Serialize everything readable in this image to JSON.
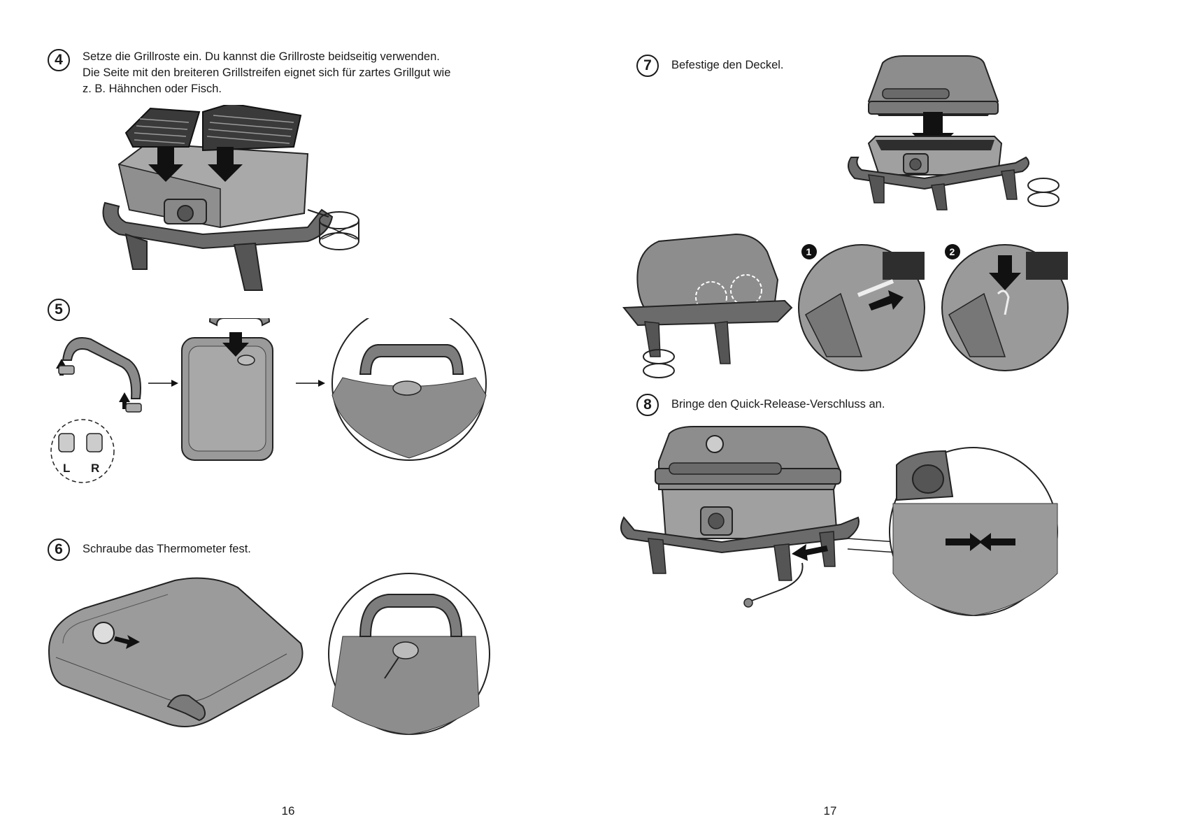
{
  "left_page": {
    "page_number": "16",
    "step4": {
      "number": "4",
      "lines": [
        "Setze die Grillroste ein. Du kannst die Grillroste beidseitig verwenden.",
        "Die Seite mit den breiteren Grillstreifen eignet sich für zartes Grillgut wie",
        "z. B. Hähnchen oder Fisch."
      ]
    },
    "step5": {
      "number": "5",
      "label_left": "L",
      "label_right": "R"
    },
    "step6": {
      "number": "6",
      "text": "Schraube das Thermometer fest."
    }
  },
  "right_page": {
    "page_number": "17",
    "step7": {
      "number": "7",
      "text": "Befestige den Deckel.",
      "callouts": [
        "1",
        "2"
      ]
    },
    "step8": {
      "number": "8",
      "text": "Bringe den Quick-Release-Verschluss an."
    }
  }
}
